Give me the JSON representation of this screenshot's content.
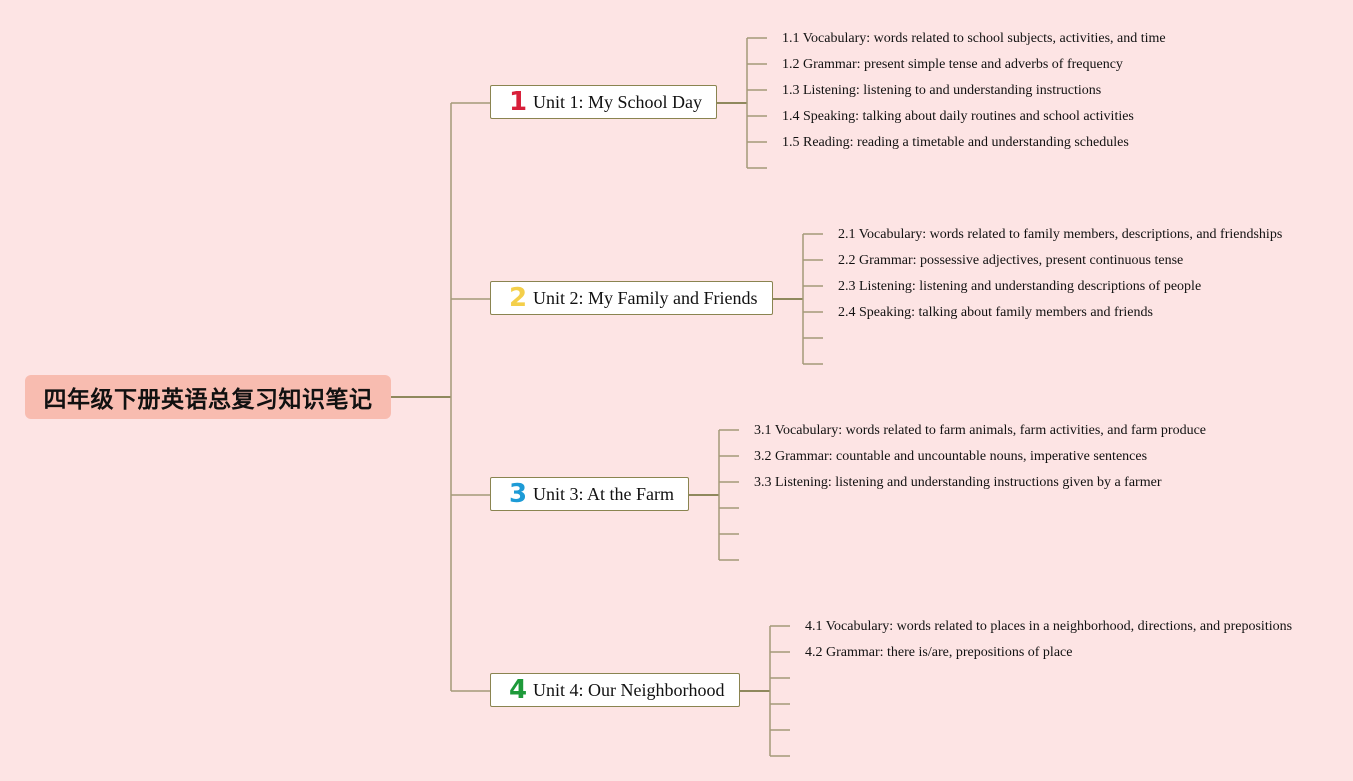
{
  "root": {
    "title": "四年级下册英语总复习知识笔记"
  },
  "units": [
    {
      "number": "1",
      "number_color": "#d81f3a",
      "label": "Unit 1: My School Day",
      "topics": [
        "1.1 Vocabulary: words related to school subjects, activities, and time",
        "1.2 Grammar: present simple tense and adverbs of frequency",
        "1.3 Listening: listening to and understanding instructions",
        "1.4 Speaking: talking about daily routines and school activities",
        "1.5 Reading: reading a timetable and understanding schedules",
        ""
      ]
    },
    {
      "number": "2",
      "number_color": "#f4cf4a",
      "label": "Unit 2: My Family and Friends",
      "topics": [
        "2.1 Vocabulary: words related to family members, descriptions, and friendships",
        "2.2 Grammar: possessive adjectives, present continuous tense",
        "2.3 Listening: listening and understanding descriptions of people",
        "2.4 Speaking: talking about family members and friends",
        "",
        ""
      ]
    },
    {
      "number": "3",
      "number_color": "#1d9bd6",
      "label": "Unit 3: At the Farm",
      "topics": [
        "3.1 Vocabulary: words related to farm animals, farm activities, and farm produce",
        "3.2 Grammar: countable and uncountable nouns, imperative sentences",
        "3.3 Listening: listening and understanding instructions given by a farmer",
        "",
        "",
        ""
      ]
    },
    {
      "number": "4",
      "number_color": "#1e9a3a",
      "label": "Unit 4: Our Neighborhood",
      "topics": [
        "4.1 Vocabulary: words related to places in a neighborhood, directions, and prepositions",
        "4.2 Grammar: there is/are, prepositions of place",
        "",
        "",
        "",
        ""
      ]
    }
  ],
  "colors": {
    "background": "#fde4e4",
    "root_fill": "#f8bcb0",
    "connector_main": "#6b6a30",
    "connector_light": "#a49a78"
  }
}
